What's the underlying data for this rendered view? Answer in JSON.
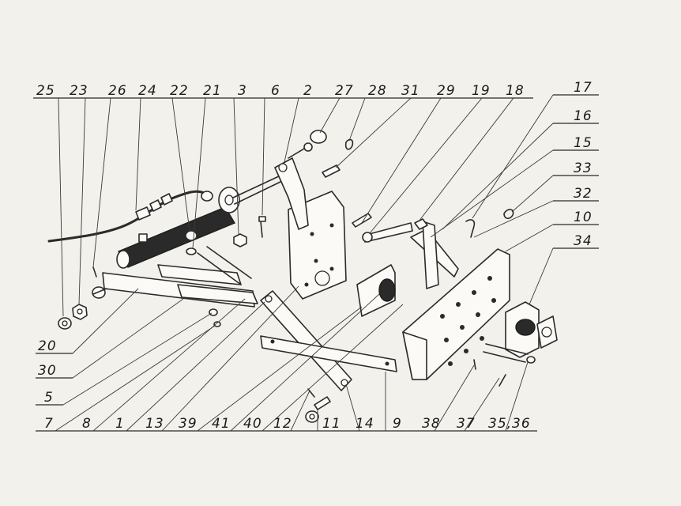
{
  "labels": {
    "top": [
      "25",
      "23",
      "26",
      "24",
      "22",
      "21",
      "3",
      "6",
      "2",
      "27",
      "28",
      "31",
      "29",
      "19",
      "18"
    ],
    "right": [
      "17",
      "16",
      "15",
      "33",
      "32",
      "10",
      "34"
    ],
    "left": [
      "20",
      "30",
      "5"
    ],
    "bottom": [
      "7",
      "8",
      "1",
      "13",
      "39",
      "41",
      "40",
      "12",
      "11",
      "14",
      "9",
      "38",
      "37",
      "35,36"
    ]
  },
  "colors": {
    "paper": "#f3f1ec",
    "ink": "#2b2b2b"
  }
}
